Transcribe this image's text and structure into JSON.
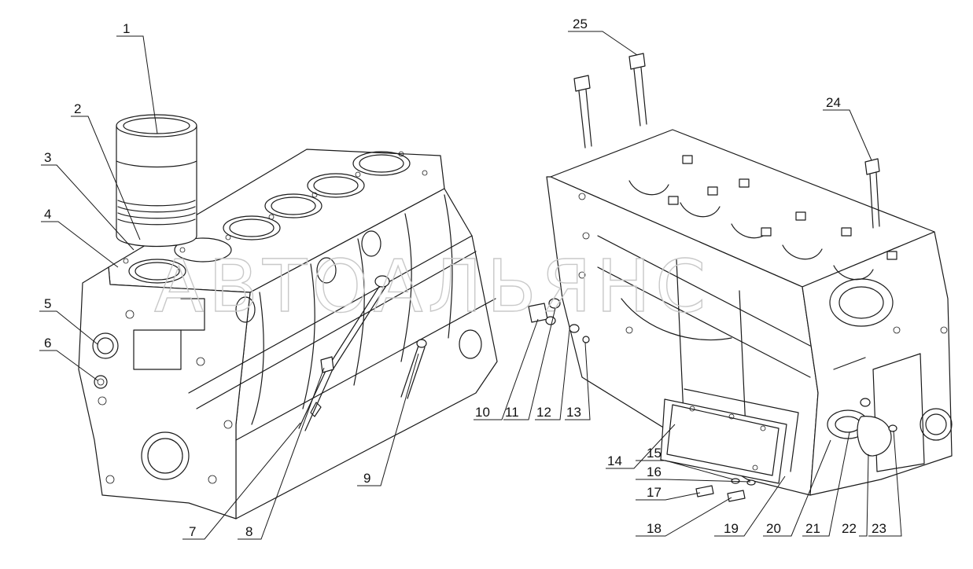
{
  "watermark": "АВТОАЛЬЯНС",
  "callouts": {
    "c1": "1",
    "c2": "2",
    "c3": "3",
    "c4": "4",
    "c5": "5",
    "c6": "6",
    "c7": "7",
    "c8": "8",
    "c9": "9",
    "c10": "10",
    "c11": "11",
    "c12": "12",
    "c13": "13",
    "c14": "14",
    "c15": "15",
    "c16": "16",
    "c17": "17",
    "c18": "18",
    "c19": "19",
    "c20": "20",
    "c21": "21",
    "c22": "22",
    "c23": "23",
    "c24": "24",
    "c25": "25"
  },
  "colors": {
    "ink": "#1a1a1a",
    "watermark": "#c9c9c9",
    "background": "#ffffff"
  }
}
